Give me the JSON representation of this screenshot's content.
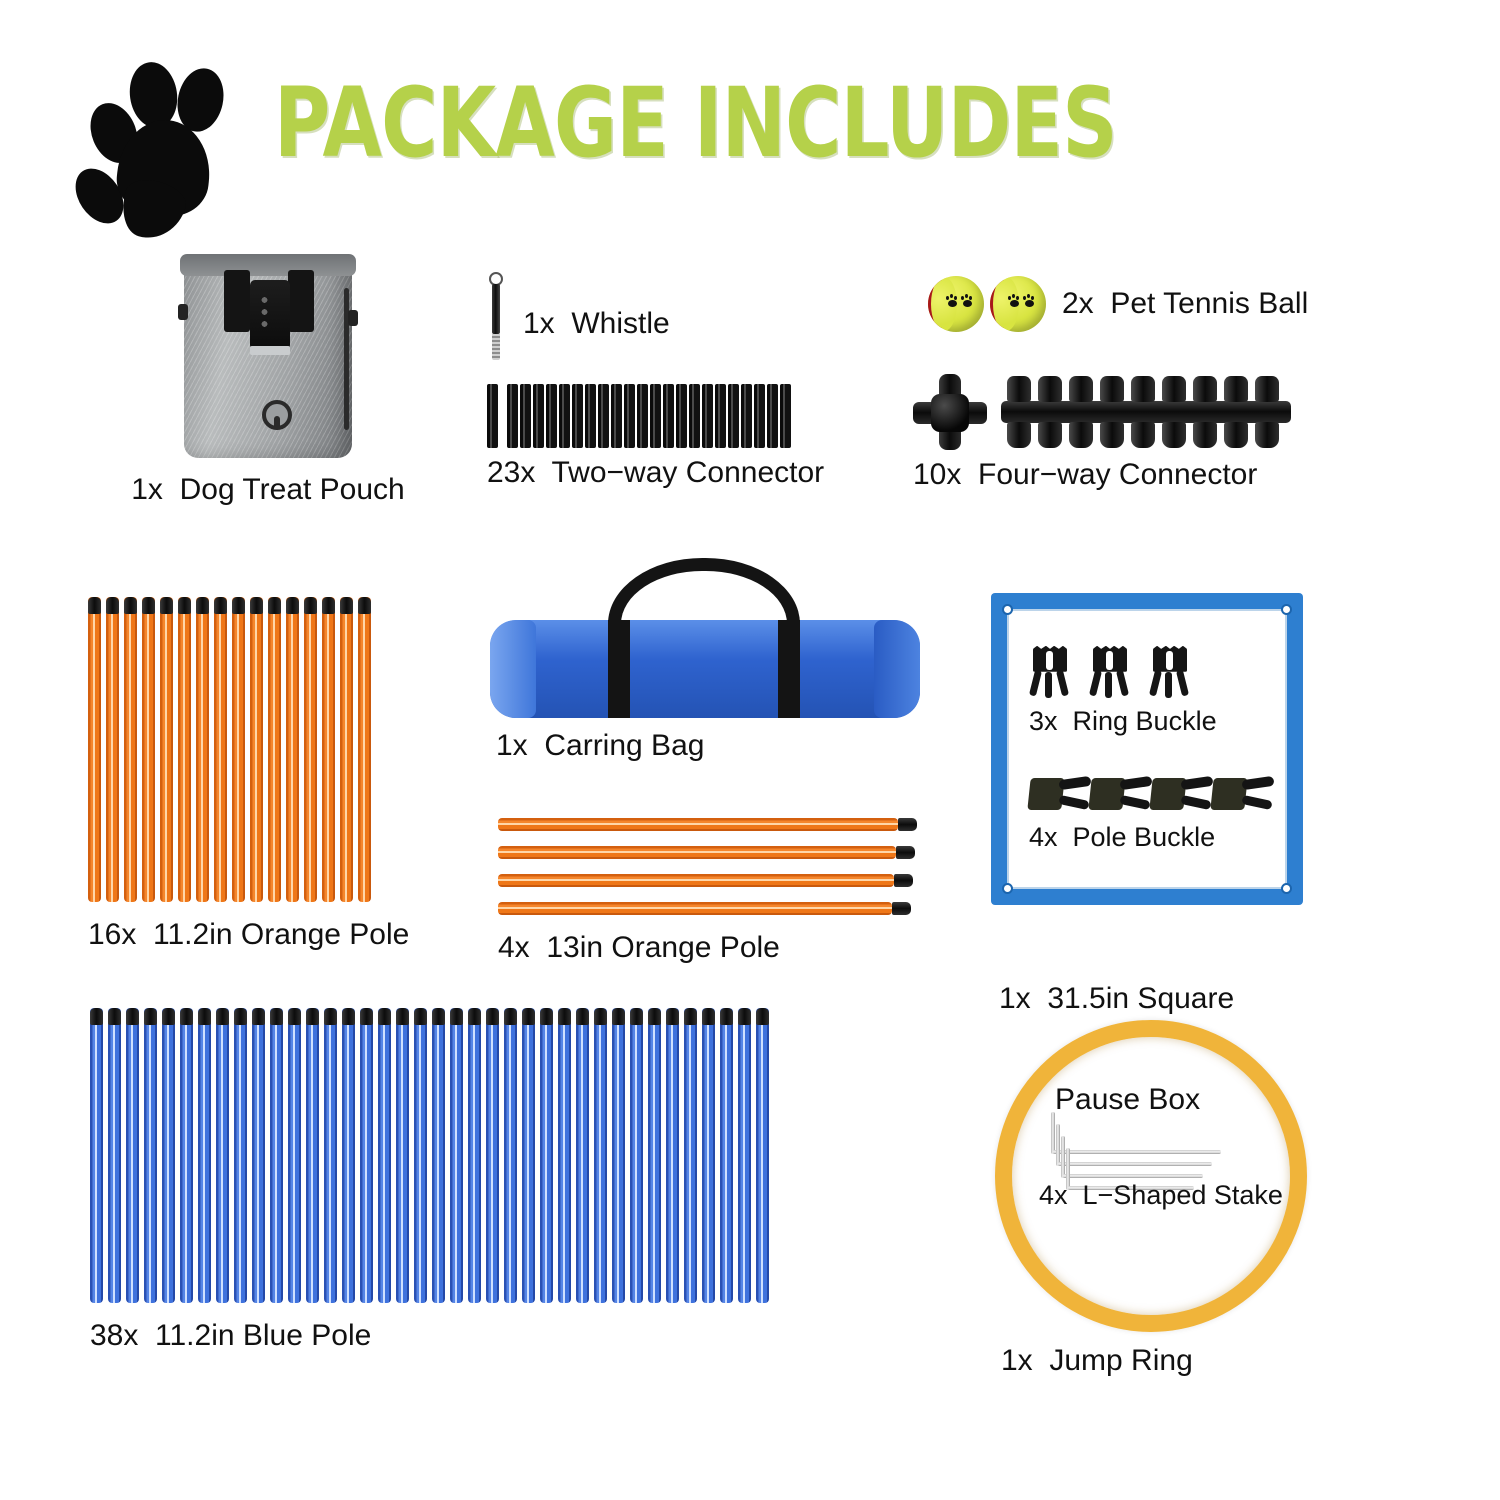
{
  "header": {
    "title": "PACKAGE INCLUDES",
    "paw_icon": "paw-print-icon",
    "title_color": "#b5d14a"
  },
  "colors": {
    "title_green": "#b5d14a",
    "orange_pole": "#ef7718",
    "blue_pole": "#3f72dd",
    "pause_box_blue": "#2e7fd0",
    "jump_ring_gold": "#f0b43a",
    "tennis_ball_yellow": "#d8e441",
    "tennis_ball_red": "#a8171b",
    "connector_black": "#0b0b0b",
    "pouch_grey": "#9fa2a4",
    "bag_blue": "#2f63cf"
  },
  "items": [
    {
      "id": "dog-treat-pouch",
      "qty": "1x",
      "label": "Dog Treat Pouch",
      "caption": "1x  Dog Treat Pouch"
    },
    {
      "id": "whistle",
      "qty": "1x",
      "label": "Whistle",
      "caption": "1x  Whistle"
    },
    {
      "id": "pet-tennis-ball",
      "qty": "2x",
      "label": "Pet Tennis Ball",
      "caption": "2x  Pet Tennis Ball"
    },
    {
      "id": "two-way-connector",
      "qty": "23x",
      "label": "Two-way Connector",
      "caption": "23x  Two−way Connector"
    },
    {
      "id": "four-way-connector",
      "qty": "10x",
      "label": "Four-way Connector",
      "caption": "10x  Four−way Connector"
    },
    {
      "id": "orange-pole-11",
      "qty": "16x",
      "label": "11.2in Orange Pole",
      "caption": "16x  11.2in Orange Pole"
    },
    {
      "id": "carring-bag",
      "qty": "1x",
      "label": "Carring Bag",
      "caption": "1x  Carring Bag"
    },
    {
      "id": "orange-pole-13",
      "qty": "4x",
      "label": "13in Orange Pole",
      "caption": "4x  13in Orange Pole"
    },
    {
      "id": "ring-buckle",
      "qty": "3x",
      "label": "Ring Buckle",
      "caption": "3x  Ring Buckle"
    },
    {
      "id": "pole-buckle",
      "qty": "4x",
      "label": "Pole Buckle",
      "caption": "4x  Pole Buckle"
    },
    {
      "id": "square-pause-box",
      "qty": "1x",
      "label": "31.5in Square Pause Box",
      "caption_line1": "1x  31.5in Square",
      "caption_line2": "Pause Box"
    },
    {
      "id": "blue-pole-11",
      "qty": "38x",
      "label": "11.2in Blue Pole",
      "caption": "38x  11.2in Blue Pole"
    },
    {
      "id": "l-shaped-stake",
      "qty": "4x",
      "label": "L-Shaped Stake",
      "caption": "4x  L−Shaped Stake"
    },
    {
      "id": "jump-ring",
      "qty": "1x",
      "label": "Jump Ring",
      "caption": "1x  Jump Ring"
    }
  ],
  "counts": {
    "orange_poles_11in": 16,
    "orange_poles_13in": 4,
    "blue_poles_11in": 38,
    "two_way_connectors": 23,
    "four_way_connectors": 10,
    "tennis_balls": 2,
    "ring_buckles": 3,
    "pole_buckles": 4,
    "l_shaped_stakes": 4
  }
}
